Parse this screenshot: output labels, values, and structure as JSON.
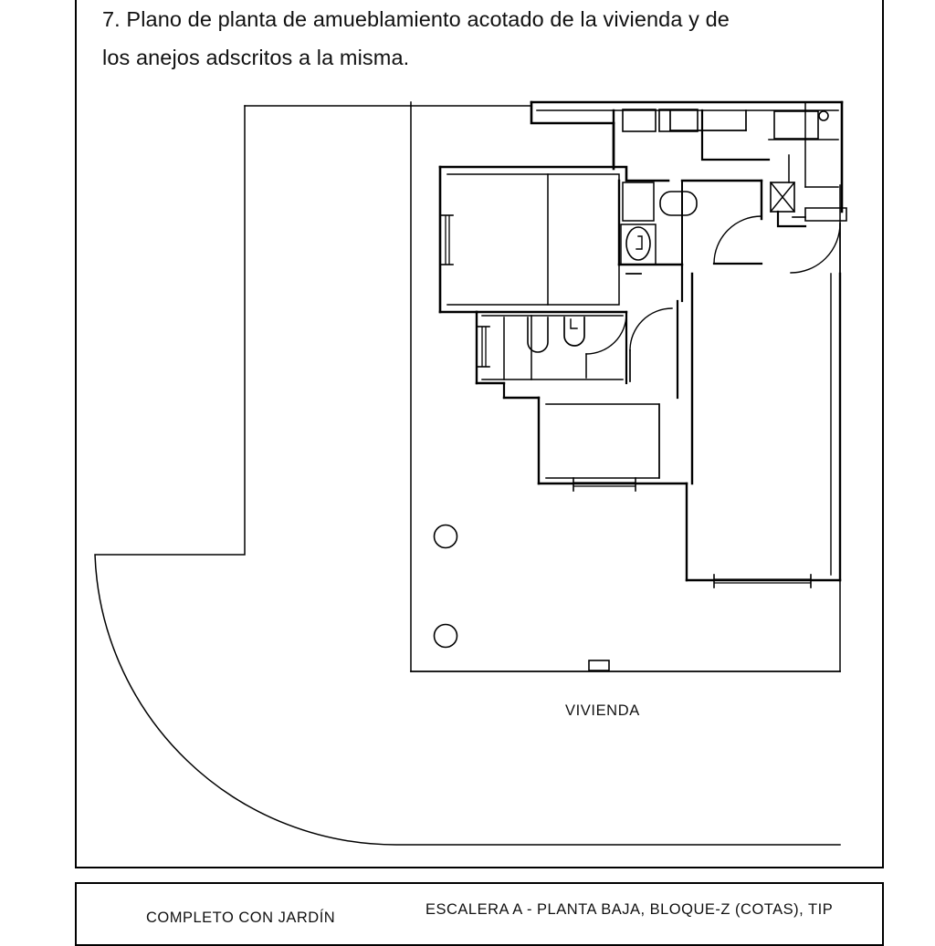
{
  "document": {
    "heading": {
      "line1": "7. Plano de planta de amueblamiento acotado de la vivienda y de",
      "line2": "los anejos adscritos a la misma."
    },
    "plan": {
      "labels": {
        "vivienda": "VIVIENDA"
      },
      "features": {
        "garden_boundary": "curved-garden-boundary",
        "terrace": "terrace-area",
        "tree_marks": 2,
        "gate": "garden-gate"
      },
      "rooms": [
        {
          "name": "salon-comedor",
          "label": ""
        },
        {
          "name": "dormitorio-principal",
          "label": ""
        },
        {
          "name": "bano-principal",
          "label": ""
        },
        {
          "name": "aseo",
          "label": ""
        },
        {
          "name": "cocina",
          "label": ""
        },
        {
          "name": "distribuidor",
          "label": ""
        },
        {
          "name": "terraza",
          "label": ""
        }
      ],
      "fixtures": [
        {
          "name": "bathtub",
          "room": "bano-principal"
        },
        {
          "name": "toilet",
          "room": "bano-principal"
        },
        {
          "name": "washbasin",
          "room": "bano-principal"
        },
        {
          "name": "toilet",
          "room": "aseo"
        },
        {
          "name": "washbasin",
          "room": "aseo"
        },
        {
          "name": "kitchen-sink",
          "room": "cocina"
        },
        {
          "name": "hob-burner",
          "room": "cocina"
        },
        {
          "name": "shaft-marker",
          "room": "distribuidor"
        }
      ]
    },
    "caption": {
      "left": "COMPLETO CON JARDÍN",
      "right": "ESCALERA A - PLANTA BAJA, BLOQUE-Z  (COTAS), TIP"
    },
    "colors": {
      "ink": "#000000",
      "paper": "#ffffff",
      "text": "#111111"
    }
  }
}
